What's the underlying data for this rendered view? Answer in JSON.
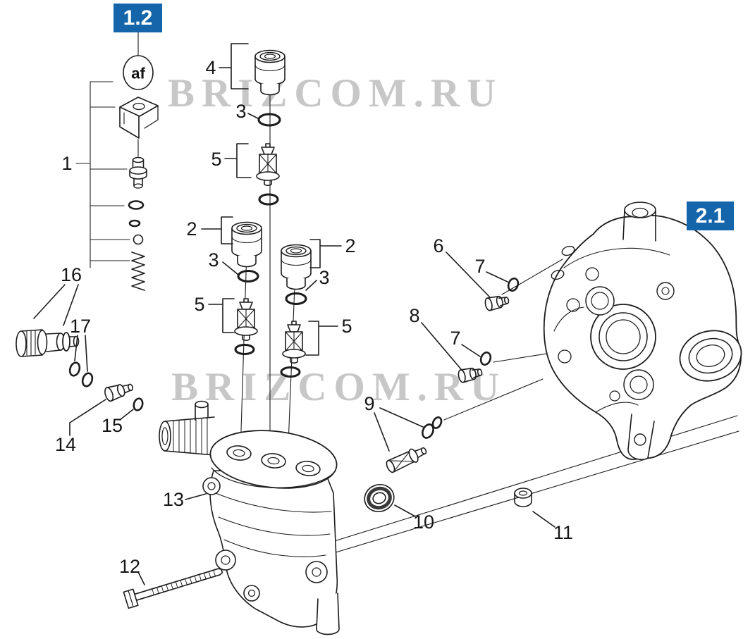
{
  "diagram": {
    "ref_boxes": [
      {
        "label": "1.2"
      },
      {
        "label": "2.1"
      }
    ],
    "badge": {
      "label": "af"
    },
    "watermark": {
      "text": "BRIZCOM.RU"
    },
    "callouts": [
      {
        "label": "4"
      },
      {
        "label": "3"
      },
      {
        "label": "5"
      },
      {
        "label": "1"
      },
      {
        "label": "2"
      },
      {
        "label": "3"
      },
      {
        "label": "2"
      },
      {
        "label": "3"
      },
      {
        "label": "5"
      },
      {
        "label": "5"
      },
      {
        "label": "6"
      },
      {
        "label": "7"
      },
      {
        "label": "8"
      },
      {
        "label": "7"
      },
      {
        "label": "9"
      },
      {
        "label": "10"
      },
      {
        "label": "11"
      },
      {
        "label": "12"
      },
      {
        "label": "13"
      },
      {
        "label": "14"
      },
      {
        "label": "15"
      },
      {
        "label": "16"
      },
      {
        "label": "17"
      }
    ],
    "colors": {
      "ref_box_bg": "#1565ab",
      "ref_box_text": "#ffffff",
      "line": "#1c1c1c",
      "watermark": "#c7c7c7"
    }
  }
}
